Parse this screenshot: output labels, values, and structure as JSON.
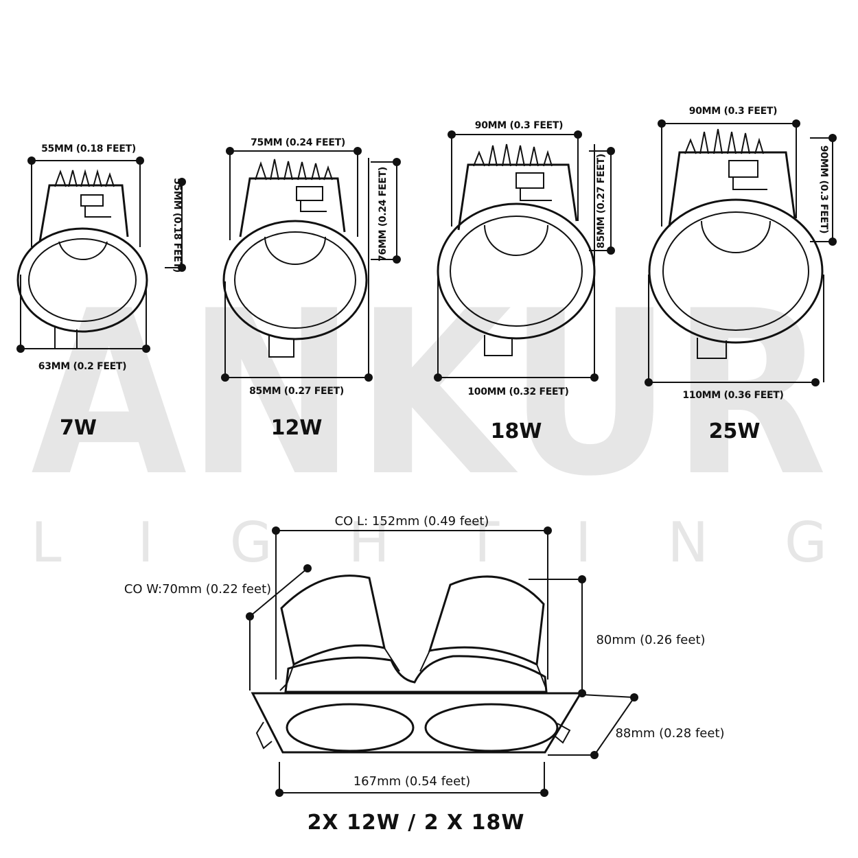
{
  "watermark": {
    "brand": "ANKUR",
    "tagline": "L I G H T I N G"
  },
  "products": [
    {
      "watt": "7W",
      "top_width": "55MM (0.18 FEET)",
      "height": "55MM (0.18 FEET)",
      "bottom_width": "63MM (0.2 FEET)"
    },
    {
      "watt": "12W",
      "top_width": "75MM (0.24 FEET)",
      "height": "76MM (0.24 FEET)",
      "bottom_width": "85MM (0.27 FEET)"
    },
    {
      "watt": "18W",
      "top_width": "90MM (0.3 FEET)",
      "height": "85MM (0.27 FEET)",
      "bottom_width": "100MM (0.32 FEET)"
    },
    {
      "watt": "25W",
      "top_width": "90MM (0.3 FEET)",
      "height": "90MM (0.3 FEET)",
      "bottom_width": "110MM (0.36 FEET)"
    }
  ],
  "double": {
    "co_length": "CO L: 152mm (0.49 feet)",
    "co_width": "CO W:70mm (0.22 feet)",
    "height": "80mm (0.26 feet)",
    "depth": "88mm (0.28 feet)",
    "length": "167mm (0.54 feet)",
    "title": "2X 12W / 2 X 18W"
  },
  "colors": {
    "line": "#111111",
    "watermark": "#e6e6e6",
    "background": "#ffffff"
  }
}
